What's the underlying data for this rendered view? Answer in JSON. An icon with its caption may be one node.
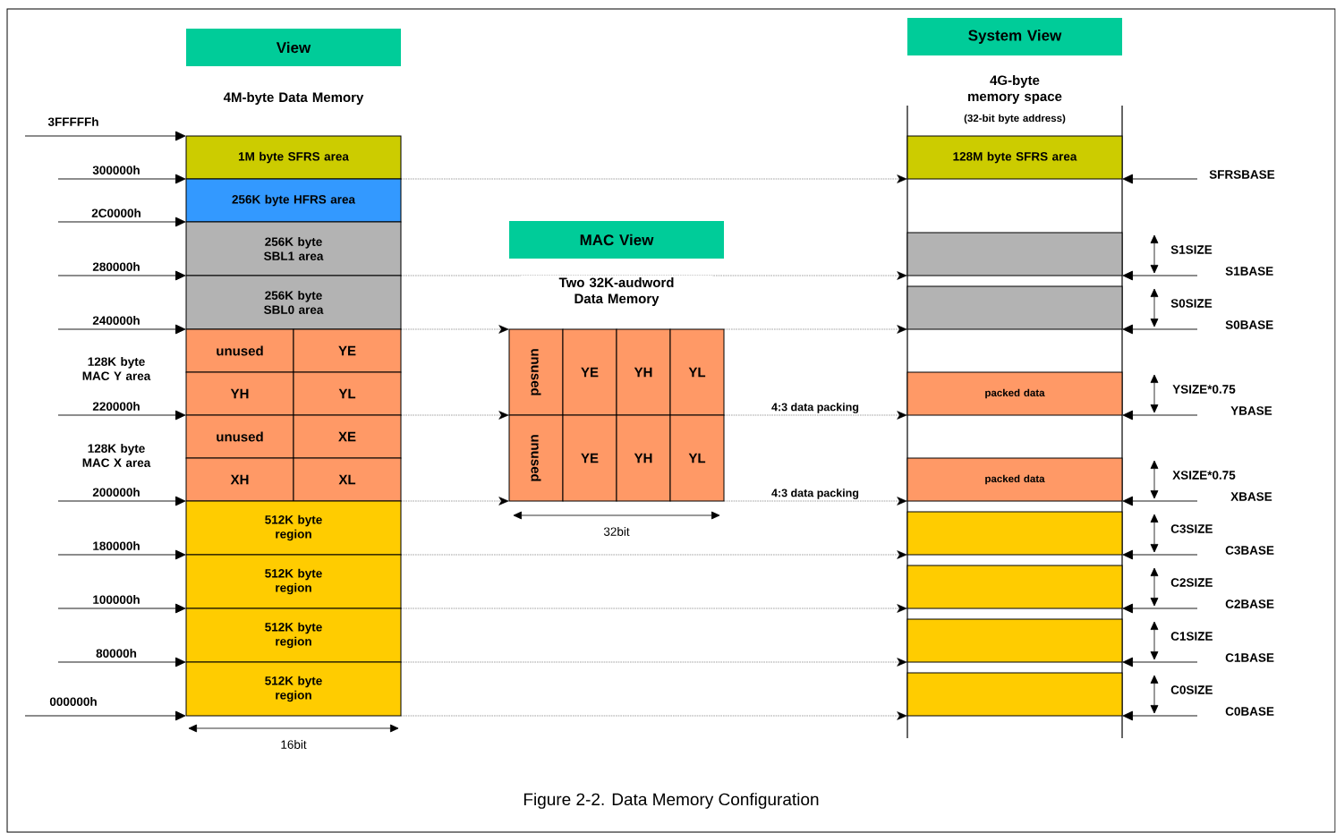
{
  "diagram": {
    "caption": "Figure 2-2. Data Memory Configuration",
    "nodes": [
      {
        "text": [
          "View"
        ]
      },
      {
        "text": [
          "1M byte SFRS area"
        ]
      },
      {
        "text": [
          "256K byte HFRS area"
        ]
      },
      {
        "text": [
          "256K byte SBL1 area"
        ]
      },
      {
        "text": [
          "256K byte SBL0 area"
        ]
      },
      {
        "text": [
          "unused"
        ]
      },
      {
        "text": [
          "YE"
        ]
      },
      {
        "text": [
          "YH"
        ]
      },
      {
        "text": [
          "YL"
        ]
      },
      {
        "text": [
          "unused"
        ]
      },
      {
        "text": [
          "XE"
        ]
      },
      {
        "text": [
          "XH"
        ]
      },
      {
        "text": [
          "XL"
        ]
      },
      {
        "text": [
          "512K byte region"
        ]
      },
      {
        "text": [
          "512K byte region"
        ]
      },
      {
        "text": [
          "512K byte region"
        ]
      },
      {
        "text": [
          "512K byte region"
        ]
      },
      {
        "text": [
          "MAC View"
        ]
      },
      {
        "text": [
          "unused"
        ]
      },
      {
        "text": [
          "YE"
        ]
      },
      {
        "text": [
          "YH"
        ]
      },
      {
        "text": [
          "YL"
        ]
      },
      {
        "text": [
          "unused"
        ]
      },
      {
        "text": [
          "YE"
        ]
      },
      {
        "text": [
          "YH"
        ]
      },
      {
        "text": [
          "YL"
        ]
      },
      {
        "text": [
          "System View"
        ]
      },
      {
        "text": [
          "128M byte SFRS area"
        ]
      },
      {
        "text": [],
        "shape": "box"
      },
      {
        "text": [],
        "shape": "box"
      },
      {
        "text": [
          "packed data"
        ]
      },
      {
        "text": [
          "packed data"
        ]
      },
      {
        "text": [],
        "shape": "box"
      },
      {
        "text": [],
        "shape": "box"
      },
      {
        "text": [],
        "shape": "box"
      },
      {
        "text": [],
        "shape": "box"
      }
    ],
    "edges": [
      {
        "from": null,
        "to": 1,
        "arrow": "to",
        "label": "3FFFFFh"
      },
      {
        "from": null,
        "to": 2,
        "arrow": "to",
        "label": "300000h"
      },
      {
        "from": null,
        "to": 3,
        "arrow": "to",
        "label": "2C0000h"
      },
      {
        "from": null,
        "to": 4,
        "arrow": "to",
        "label": "280000h"
      },
      {
        "from": null,
        "to": 5,
        "arrow": "to",
        "label": "240000h"
      },
      {
        "from": null,
        "to": 9,
        "arrow": "to",
        "label": "220000h"
      },
      {
        "from": null,
        "to": 13,
        "arrow": "to",
        "label": "200000h"
      },
      {
        "from": null,
        "to": 14,
        "arrow": "to",
        "label": "180000h"
      },
      {
        "from": null,
        "to": 15,
        "arrow": "to",
        "label": "100000h"
      },
      {
        "from": null,
        "to": 16,
        "arrow": "to",
        "label": "80000h"
      },
      {
        "from": null,
        "to": 16,
        "arrow": "to",
        "label": "000000h"
      },
      {
        "from": 1,
        "to": 27,
        "arrow": "to",
        "style": "dashed"
      },
      {
        "from": 3,
        "to": 28,
        "arrow": "to",
        "style": "dashed"
      },
      {
        "from": 4,
        "to": 18,
        "arrow": "to",
        "style": "dashed"
      },
      {
        "from": 21,
        "to": 29,
        "arrow": "to",
        "style": "dashed"
      },
      {
        "from": 8,
        "to": 22,
        "arrow": "to",
        "style": "dashed"
      },
      {
        "from": 21,
        "to": 30,
        "arrow": "to",
        "style": "dashed",
        "label": "4:3 data packing"
      },
      {
        "from": 12,
        "to": 22,
        "arrow": "to",
        "style": "dashed"
      },
      {
        "from": 25,
        "to": 31,
        "arrow": "to",
        "style": "dashed",
        "label": "4:3 data packing"
      },
      {
        "from": 13,
        "to": 32,
        "arrow": "to",
        "style": "dashed"
      },
      {
        "from": 14,
        "to": 33,
        "arrow": "to",
        "style": "dashed"
      },
      {
        "from": 15,
        "to": 34,
        "arrow": "to",
        "style": "dashed"
      },
      {
        "from": 16,
        "to": 35,
        "arrow": "to",
        "style": "dashed"
      },
      {
        "from": null,
        "to": 27,
        "arrow": "to",
        "label": "SFRSBASE"
      },
      {
        "from": null,
        "to": 28,
        "arrow": "to",
        "label": "S1BASE"
      },
      {
        "from": null,
        "to": 29,
        "arrow": "to",
        "label": "S0BASE"
      },
      {
        "from": null,
        "to": 30,
        "arrow": "to",
        "label": "YBASE"
      },
      {
        "from": null,
        "to": 31,
        "arrow": "to",
        "label": "XBASE"
      },
      {
        "from": null,
        "to": 32,
        "arrow": "to",
        "label": "C3BASE"
      },
      {
        "from": null,
        "to": 33,
        "arrow": "to",
        "label": "C2BASE"
      },
      {
        "from": null,
        "to": 34,
        "arrow": "to",
        "label": "C1BASE"
      },
      {
        "from": null,
        "to": 35,
        "arrow": "to",
        "label": "C0BASE"
      }
    ],
    "labels": [
      "4M-byte Data Memory",
      "4G-byte memory space",
      "(32-bit byte address)",
      "S1SIZE",
      "S0SIZE",
      "Two 32K-audword Data Memory",
      "128K byte MAC Y area",
      "YSIZE*0.75",
      "XSIZE*0.75",
      "128K byte MAC X area",
      "32bit",
      "C3SIZE",
      "C2SIZE",
      "C1SIZE",
      "C0SIZE",
      "16bit"
    ]
  }
}
